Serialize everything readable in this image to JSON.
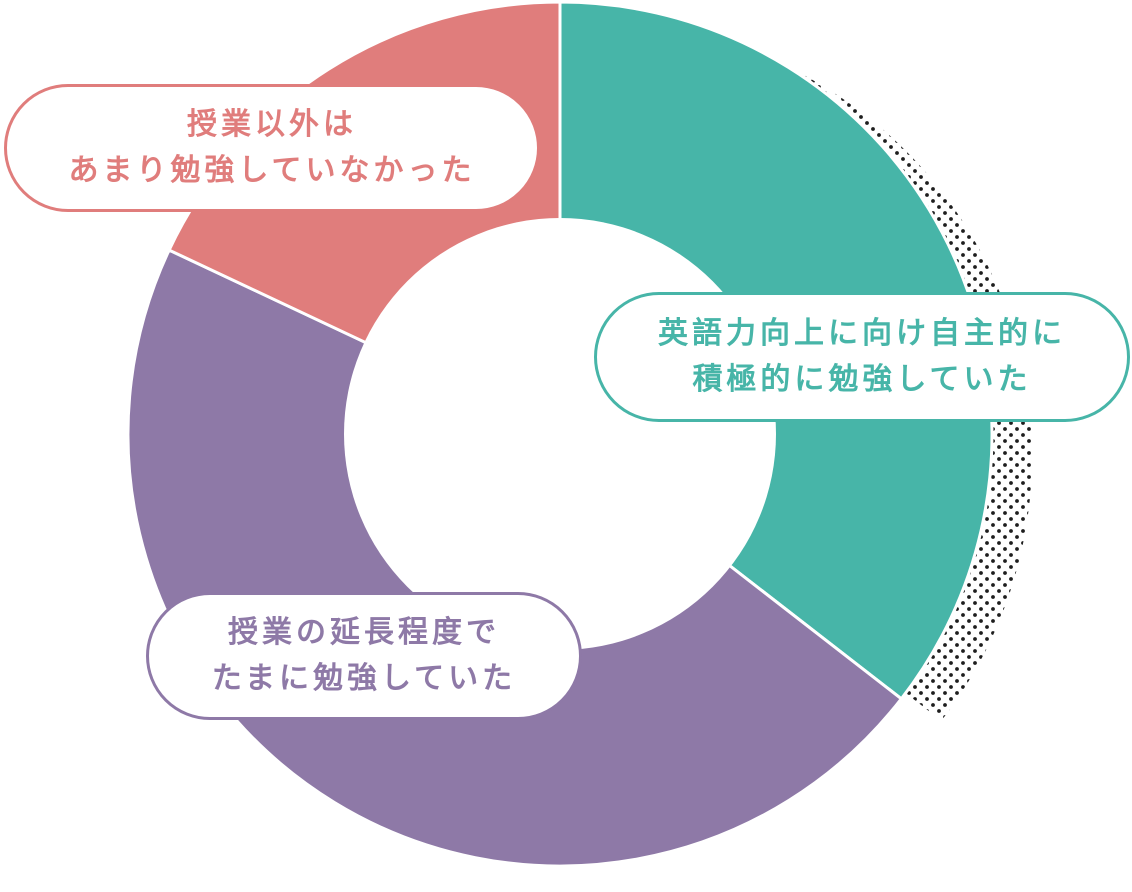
{
  "chart_data": {
    "type": "pie",
    "donut": true,
    "title": "",
    "series": [
      {
        "label_lines": [
          "英語力向上に向け自主的に",
          "積極的に勉強していた"
        ],
        "value": 35.5,
        "color": "#47b5a8"
      },
      {
        "label_lines": [
          "授業の延長程度で",
          "たまに勉強していた"
        ],
        "value": 46.5,
        "color": "#8e79a7"
      },
      {
        "label_lines": [
          "授業以外は",
          "あまり勉強していなかった"
        ],
        "value": 18.0,
        "color": "#e07d7c"
      }
    ],
    "values_in_percent": true,
    "start": "12 o'clock",
    "direction": "clockwise",
    "decoration": "dotted halo behind first slice"
  }
}
